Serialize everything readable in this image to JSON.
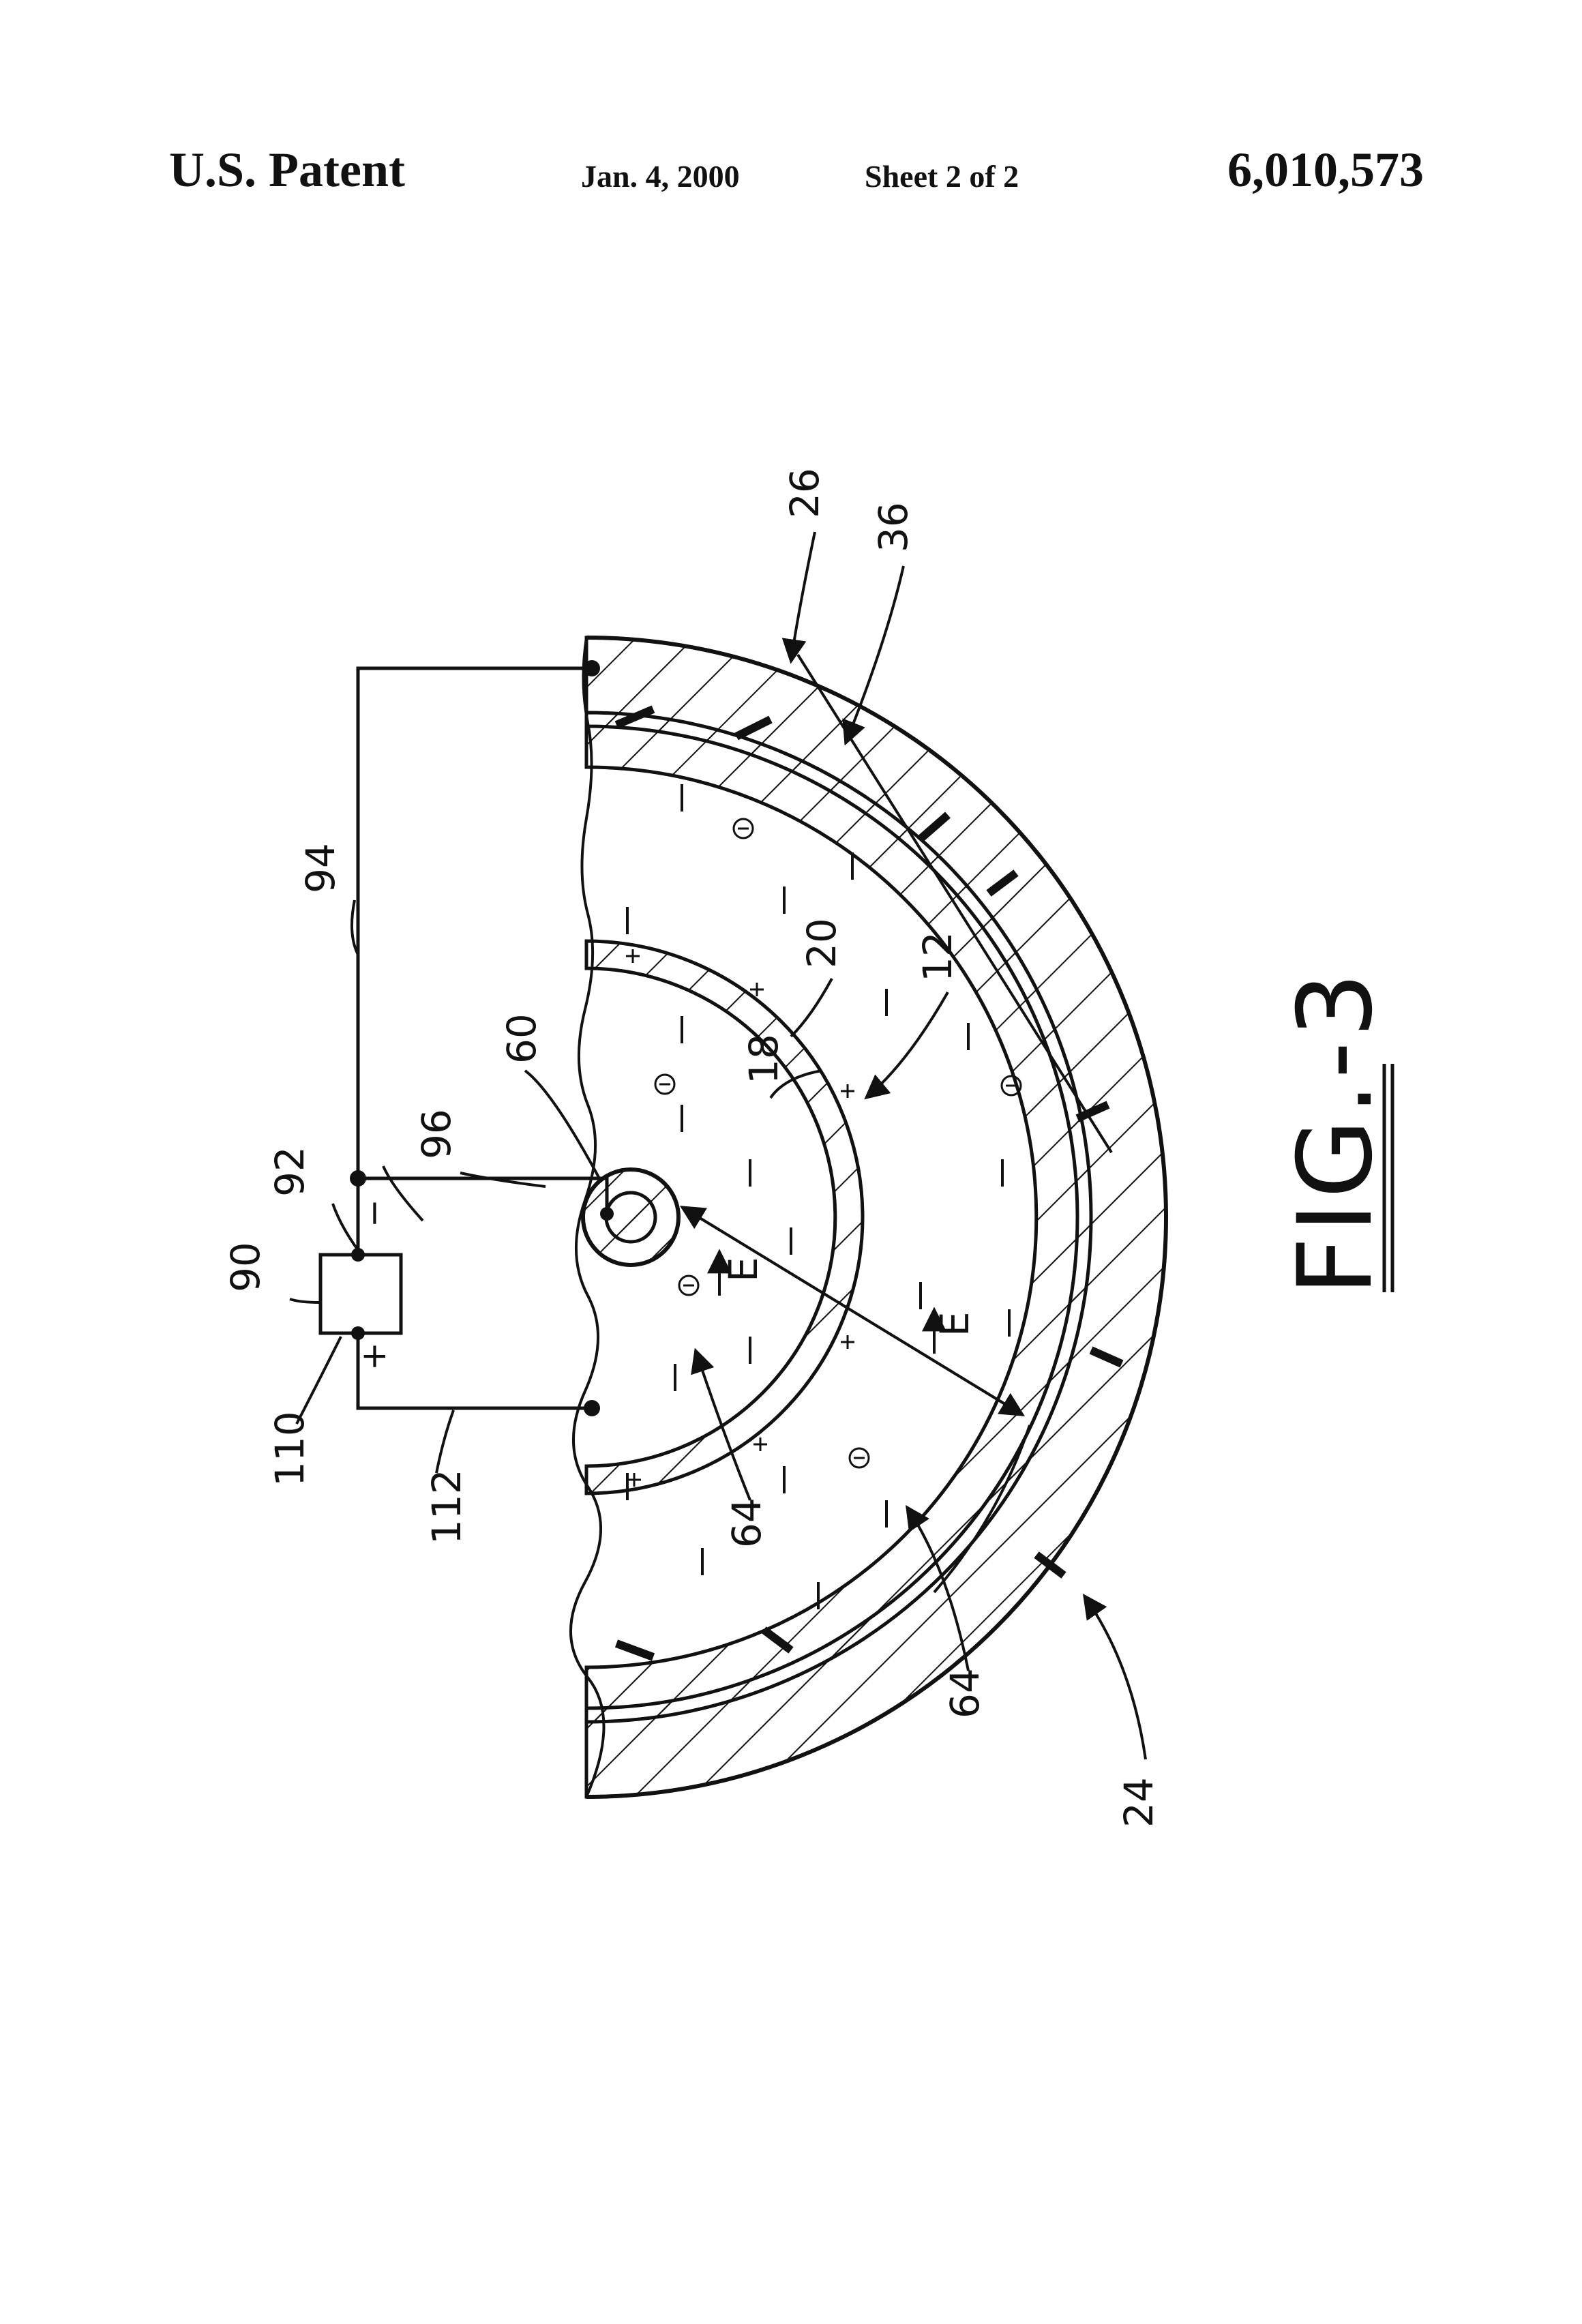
{
  "header": {
    "left": "U.S. Patent",
    "date": "Jan. 4, 2000",
    "sheet": "Sheet 2 of 2",
    "patent_number": "6,010,573"
  },
  "figure": {
    "title": "FIG.-3",
    "reference_numerals": [
      "26",
      "36",
      "94",
      "92",
      "90",
      "96",
      "60",
      "20",
      "18",
      "12",
      "110",
      "112",
      "64",
      "64",
      "24"
    ],
    "field_label": "E",
    "polarity_plus": "+",
    "polarity_minus": "−"
  }
}
